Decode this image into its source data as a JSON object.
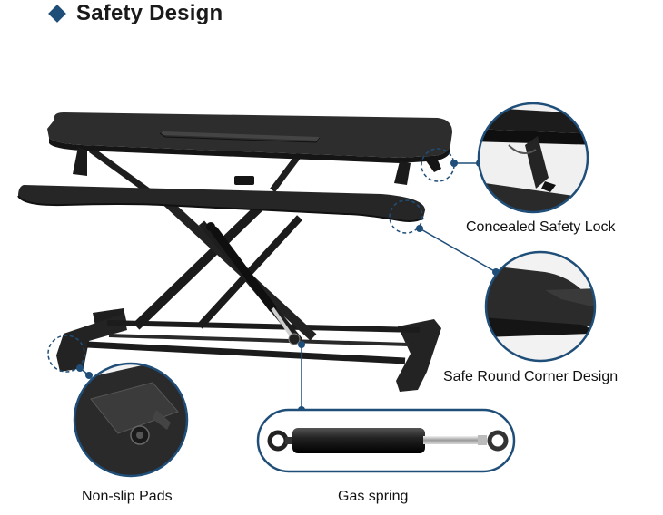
{
  "header": {
    "title": "Safety Design",
    "bullet_icon": "diamond-icon",
    "accent_color": "#1f4e79"
  },
  "features": {
    "lock": {
      "label": "Concealed Safety Lock"
    },
    "corner": {
      "label": "Safe Round Corner Design"
    },
    "pads": {
      "label": "Non-slip Pads"
    },
    "spring": {
      "label": "Gas spring"
    }
  },
  "colors": {
    "desk": "#262626",
    "callout_ring": "#1f4e79"
  }
}
